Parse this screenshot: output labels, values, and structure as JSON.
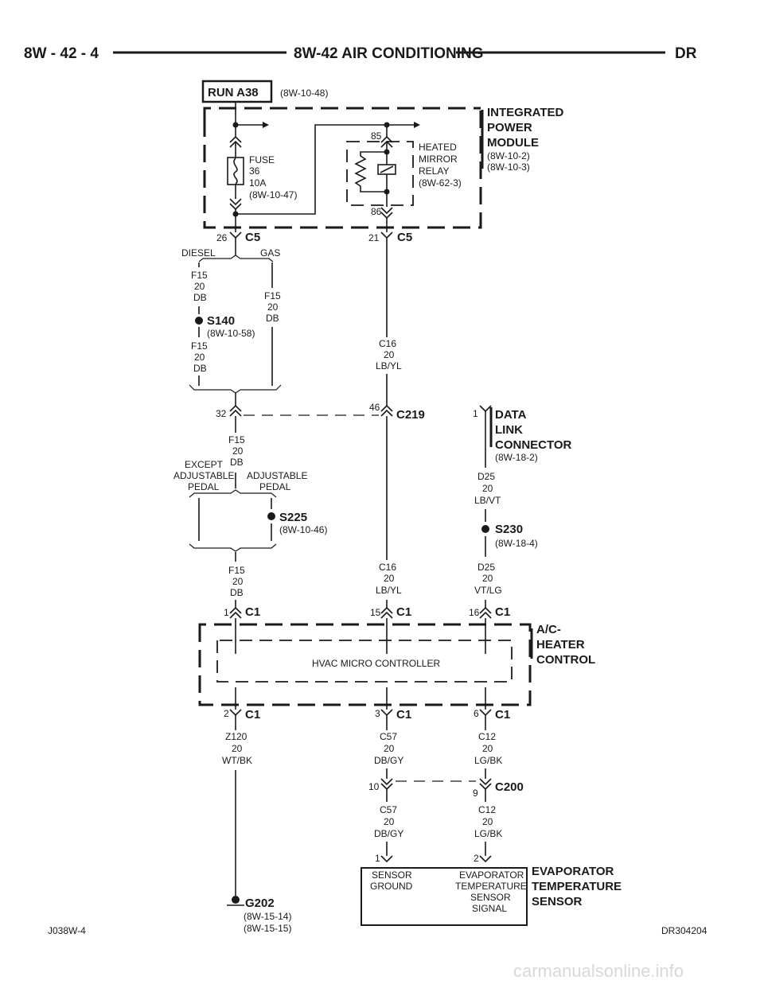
{
  "header": {
    "left": "8W - 42 - 4",
    "center": "8W-42 AIR CONDITIONING",
    "right": "DR"
  },
  "footer": {
    "left": "J038W-4",
    "right": "DR304204"
  },
  "watermark": "carmanualsonline.info",
  "run": {
    "label": "RUN A38",
    "ref": "(8W-10-48)"
  },
  "ipm": {
    "line1": "INTEGRATED",
    "line2": "POWER",
    "line3": "MODULE",
    "ref1": "(8W-10-2)",
    "ref2": "(8W-10-3)"
  },
  "fuse": {
    "line1": "FUSE",
    "line2": "36",
    "line3": "10A",
    "ref": "(8W-10-47)"
  },
  "relay": {
    "line1": "HEATED",
    "line2": "MIRROR",
    "line3": "RELAY",
    "ref": "(8W-62-3)",
    "pin_top": "85",
    "pin_bottom": "86"
  },
  "c5_left": {
    "pin": "26",
    "name": "C5"
  },
  "c5_right": {
    "pin": "21",
    "name": "C5"
  },
  "diesel": "DIESEL",
  "gas": "GAS",
  "wire_f15_a": {
    "c": "F15",
    "g": "20",
    "col": "DB"
  },
  "wire_f15_b": {
    "c": "F15",
    "g": "20",
    "col": "DB"
  },
  "wire_f15_c": {
    "c": "F15",
    "g": "20",
    "col": "DB"
  },
  "wire_f15_d": {
    "c": "F15",
    "g": "20",
    "col": "DB"
  },
  "wire_f15_e": {
    "c": "F15",
    "g": "20",
    "col": "DB"
  },
  "s140": {
    "name": "S140",
    "ref": "(8W-10-58)"
  },
  "wire_c16_a": {
    "c": "C16",
    "g": "20",
    "col": "LB/YL"
  },
  "wire_c16_b": {
    "c": "C16",
    "g": "20",
    "col": "LB/YL"
  },
  "c219": {
    "pin_left": "32",
    "pin_right": "46",
    "name": "C219"
  },
  "dlc": {
    "pin": "1",
    "line1": "DATA",
    "line2": "LINK",
    "line3": "CONNECTOR",
    "ref": "(8W-18-2)"
  },
  "except": {
    "line1": "EXCEPT",
    "line2": "ADJUSTABLE",
    "line3": "PEDAL"
  },
  "adjustable": {
    "line1": "ADJUSTABLE",
    "line2": "PEDAL"
  },
  "s225": {
    "name": "S225",
    "ref": "(8W-10-46)"
  },
  "wire_d25_a": {
    "c": "D25",
    "g": "20",
    "col": "LB/VT"
  },
  "wire_d25_b": {
    "c": "D25",
    "g": "20",
    "col": "VT/LG"
  },
  "s230": {
    "name": "S230",
    "ref": "(8W-18-4)"
  },
  "c1_top": [
    {
      "pin": "1",
      "name": "C1"
    },
    {
      "pin": "15",
      "name": "C1"
    },
    {
      "pin": "16",
      "name": "C1"
    }
  ],
  "c1_bottom": [
    {
      "pin": "2",
      "name": "C1"
    },
    {
      "pin": "3",
      "name": "C1"
    },
    {
      "pin": "6",
      "name": "C1"
    }
  ],
  "hvac": {
    "inner": "HVAC MICRO CONTROLLER",
    "line1": "A/C-",
    "line2": "HEATER",
    "line3": "CONTROL"
  },
  "wire_z120": {
    "c": "Z120",
    "g": "20",
    "col": "WT/BK"
  },
  "wire_c57_a": {
    "c": "C57",
    "g": "20",
    "col": "DB/GY"
  },
  "wire_c57_b": {
    "c": "C57",
    "g": "20",
    "col": "DB/GY"
  },
  "wire_c12_a": {
    "c": "C12",
    "g": "20",
    "col": "LG/BK"
  },
  "wire_c12_b": {
    "c": "C12",
    "g": "20",
    "col": "LG/BK"
  },
  "c200": {
    "pin_left": "10",
    "pin_right": "9",
    "name": "C200"
  },
  "g202": {
    "name": "G202",
    "ref1": "(8W-15-14)",
    "ref2": "(8W-15-15)"
  },
  "sensor": {
    "pin1": "1",
    "pin2": "2",
    "ground1": "SENSOR",
    "ground2": "GROUND",
    "sig1": "EVAPORATOR",
    "sig2": "TEMPERATURE",
    "sig3": "SENSOR",
    "sig4": "SIGNAL",
    "line1": "EVAPORATOR",
    "line2": "TEMPERATURE",
    "line3": "SENSOR"
  }
}
